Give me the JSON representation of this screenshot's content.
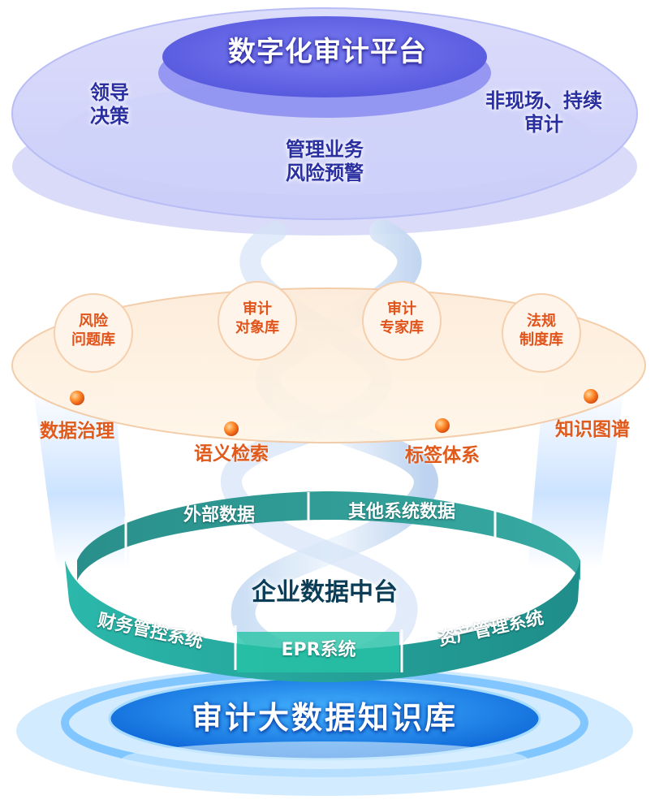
{
  "platform": {
    "title": "数字化审计平台",
    "items": [
      {
        "lines": [
          "领导",
          "决策"
        ]
      },
      {
        "lines": [
          "管理业务",
          "风险预警"
        ]
      },
      {
        "lines": [
          "非现场、持续",
          "审计"
        ]
      }
    ]
  },
  "libraries": [
    {
      "lines": [
        "风险",
        "问题库"
      ]
    },
    {
      "lines": [
        "审计",
        "对象库"
      ]
    },
    {
      "lines": [
        "审计",
        "专家库"
      ]
    },
    {
      "lines": [
        "法规",
        "制度库"
      ]
    }
  ],
  "capabilities": [
    "数据治理",
    "语义检索",
    "标签体系",
    "知识图谱"
  ],
  "data_middle": {
    "title": "企业数据中台",
    "back_segments": [
      "外部数据",
      "其他系统数据"
    ],
    "front_segments": [
      "财务管控系统",
      "EPR系统",
      "资产管理系统"
    ]
  },
  "base": {
    "title": "审计大数据知识库"
  },
  "colors": {
    "platform": "#6d6ff0",
    "orange": "#e05a1c",
    "teal": "#1f9a95",
    "base_blue": "#1c8ff0"
  }
}
